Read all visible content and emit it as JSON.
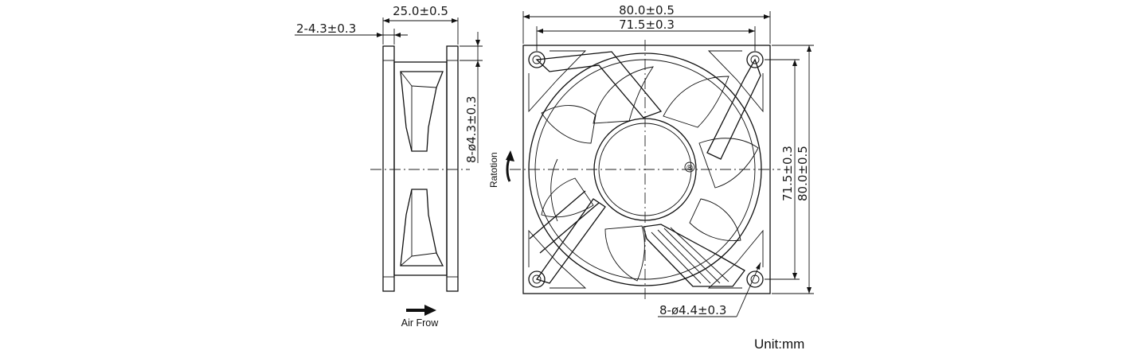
{
  "side_view": {
    "width_dim": "25.0±0.5",
    "flange_dim": "2-4.3±0.3",
    "hole_dim": "8-ø4.3±0.3",
    "airflow_label": "Air Frow"
  },
  "front_view": {
    "width_outer_dim": "80.0±0.5",
    "width_pitch_dim": "71.5±0.3",
    "height_pitch_dim": "71.5±0.3",
    "height_outer_dim": "80.0±0.5",
    "rotation_label": "Ratotion",
    "mount_hole_dim": "8-ø4.4±0.3",
    "registered_mark": "®"
  },
  "unit_label": "Unit:mm"
}
